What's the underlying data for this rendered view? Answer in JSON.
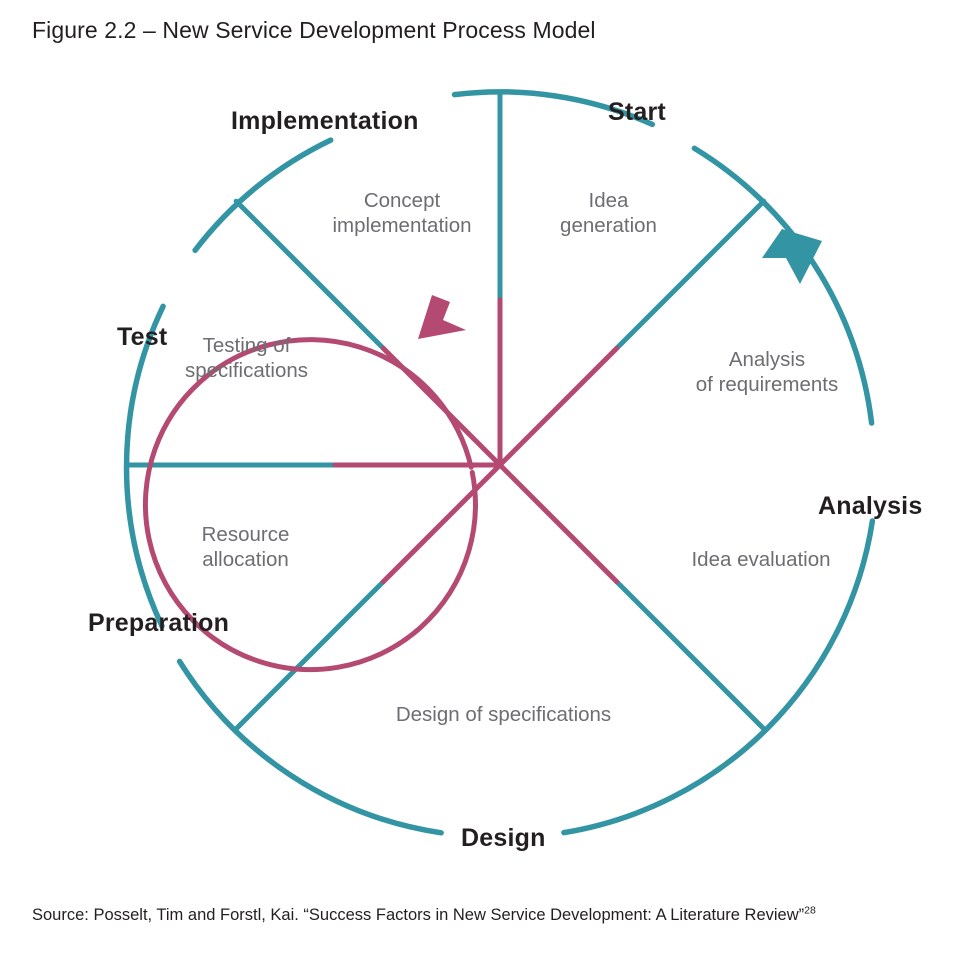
{
  "figure": {
    "title": "Figure 2.2 – New Service Development Process Model",
    "source_prefix": "Source: Posselt, Tim and Forstl, Kai. “Success Factors in New Service Development: A Literature Review”",
    "source_footnote": "28"
  },
  "colors": {
    "teal": "#3394a4",
    "crimson": "#b44a72",
    "task_text": "#6d6e71",
    "phase_text": "#231f20",
    "background": "#ffffff"
  },
  "chart_data": {
    "type": "diagram",
    "subtype": "cyclical-process-wheel",
    "title": "New Service Development Process Model",
    "outer_ring_direction": "clockwise",
    "inner_ring_direction": "counter-clockwise",
    "segment_count": 6,
    "segments": [
      {
        "phase": "Start",
        "task": "Idea generation",
        "angle_deg": 60,
        "order": 1
      },
      {
        "phase": "Analysis",
        "task": "Analysis of requirements",
        "angle_deg": 0,
        "order": 2
      },
      {
        "phase": "Analysis",
        "task": "Idea evaluation",
        "angle_deg": -30,
        "order": 3
      },
      {
        "phase": "Design",
        "task": "Design of specifications",
        "angle_deg": -90,
        "order": 4
      },
      {
        "phase": "Preparation",
        "task": "Resource allocation",
        "angle_deg": 210,
        "order": 5
      },
      {
        "phase": "Test",
        "task": "Testing of specifications",
        "angle_deg": 160,
        "order": 6
      },
      {
        "phase": "Implementation",
        "task": "Concept implementation",
        "angle_deg": 115,
        "order": 7
      }
    ]
  },
  "wheel": {
    "phases": [
      {
        "id": "start",
        "label": "Start"
      },
      {
        "id": "analysis",
        "label": "Analysis"
      },
      {
        "id": "design",
        "label": "Design"
      },
      {
        "id": "preparation",
        "label": "Preparation"
      },
      {
        "id": "test",
        "label": "Test"
      },
      {
        "id": "implementation",
        "label": "Implementation"
      }
    ],
    "tasks": [
      {
        "id": "idea-generation",
        "line1": "Idea",
        "line2": "generation"
      },
      {
        "id": "analysis-requirements",
        "line1": "Analysis",
        "line2": "of requirements"
      },
      {
        "id": "idea-evaluation",
        "line1": "Idea evaluation",
        "line2": ""
      },
      {
        "id": "design-specifications",
        "line1": "Design of specifications",
        "line2": ""
      },
      {
        "id": "resource-allocation",
        "line1": "Resource",
        "line2": "allocation"
      },
      {
        "id": "testing-specifications",
        "line1": "Testing of",
        "line2": "specifications"
      },
      {
        "id": "concept-implementation",
        "line1": "Concept",
        "line2": "implementation"
      }
    ]
  }
}
